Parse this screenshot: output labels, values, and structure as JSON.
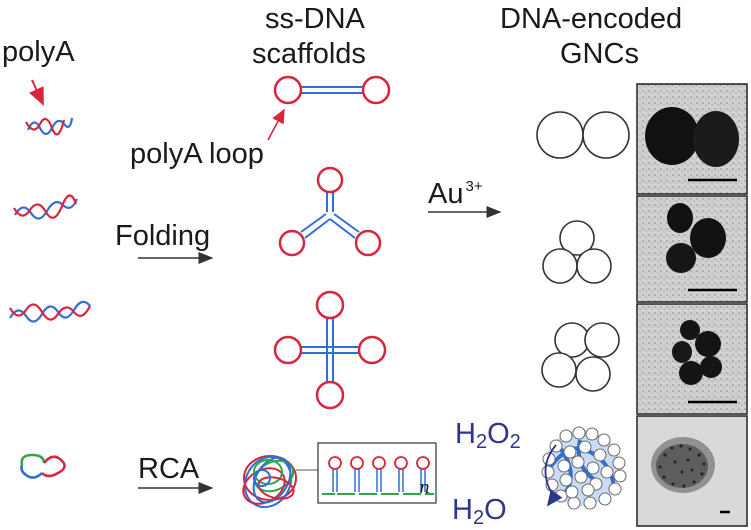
{
  "labels": {
    "polyA_left": "polyA",
    "scaffold_title_1": "ss-DNA",
    "scaffold_title_2": "scaffolds",
    "gnc_title_1": "DNA-encoded",
    "gnc_title_2": "GNCs",
    "polyA_loop": "polyA  loop",
    "folding": "Folding",
    "au_base": "Au",
    "au_sup": "3+",
    "rca": "RCA",
    "repeat_n": "n",
    "h2o2_h": "H",
    "h2o2_2a": "2",
    "h2o2_o": "O",
    "h2o2_2b": "2",
    "h2o_h": "H",
    "h2o_2": "2",
    "h2o_o": "O"
  },
  "colors": {
    "polyA_red": "#d7263d",
    "dna_blue": "#2f6fd6",
    "dna_green": "#2aa84a",
    "text_navy": "#2c3590",
    "arrow_gray": "#333333"
  }
}
